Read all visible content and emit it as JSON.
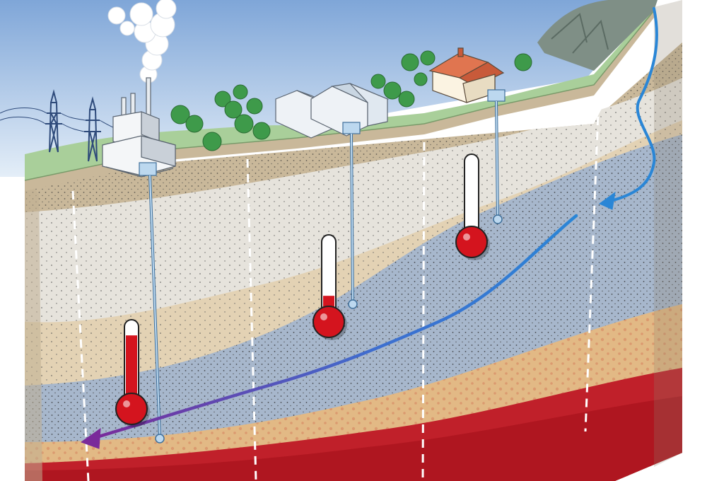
{
  "diagram": {
    "kind": "geothermal-cross-section",
    "labels": [],
    "surface_features": [
      {
        "name": "power-plant",
        "icon": "factory-icon"
      },
      {
        "name": "greenhouses",
        "icon": "greenhouse-icon"
      },
      {
        "name": "house",
        "icon": "house-icon"
      },
      {
        "name": "power-pylons",
        "icon": "pylon-icon"
      },
      {
        "name": "trees",
        "icon": "tree-icon"
      },
      {
        "name": "mountain",
        "icon": "mountain-icon"
      }
    ],
    "wells": [
      {
        "name": "plant-well",
        "serves": "power-plant"
      },
      {
        "name": "greenhouse-well",
        "serves": "greenhouses"
      },
      {
        "name": "house-well",
        "serves": "house"
      }
    ],
    "thermometers": [
      {
        "name": "deep-thermometer",
        "fill_level": 0.88
      },
      {
        "name": "middle-thermometer",
        "fill_level": 0.32
      },
      {
        "name": "shallow-thermometer",
        "fill_level": 0.12
      }
    ],
    "water_flow": {
      "from": "mountain",
      "to": "deep-aquifer",
      "color_start": "#2a86d6",
      "color_end": "#7a2a9a"
    },
    "layer_colors": {
      "sky": "#bcd6ee",
      "grass": "#a9cf9a",
      "topsoil": "#c9b89a",
      "grey_sand": "#e6e3dc",
      "beige_sand": "#e3d2b4",
      "aquifer": "#a7b7cc",
      "sandstone": "#e2b985",
      "hot_rock": "#c0202a"
    }
  }
}
